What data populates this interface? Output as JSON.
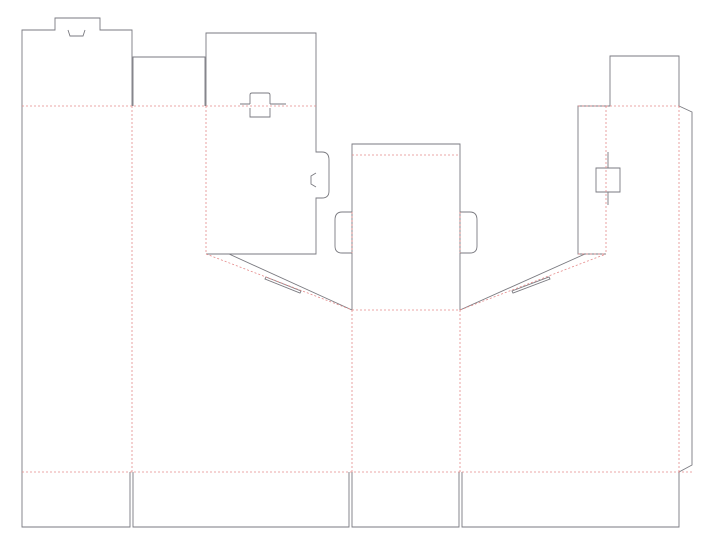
{
  "document": {
    "kind": "packaging-dieline",
    "colors": {
      "background": "#ffffff",
      "cut_line": "#7a7a80",
      "fold_line": "#e58a8a"
    },
    "line_styles": {
      "cut": "solid",
      "fold": "dotted"
    }
  }
}
